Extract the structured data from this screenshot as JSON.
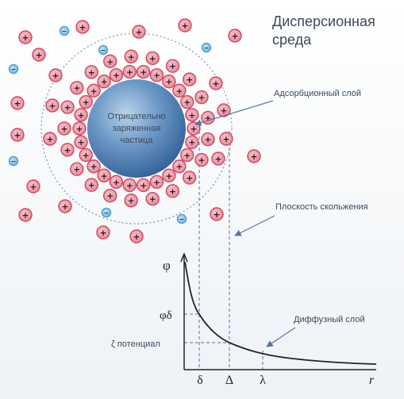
{
  "title": "Дисперсионная среда",
  "title_lines": [
    "Дисперсионная",
    "среда"
  ],
  "particle_label_lines": [
    "Отрицательно",
    "заряженная",
    "частица"
  ],
  "labels": {
    "adsorption_layer": "Адсорбционный слой",
    "slip_plane": "Плоскость скольжения",
    "diffuse_layer": "Диффузный слой"
  },
  "graph": {
    "y_axis_label": "φ",
    "phi_delta_label": "φδ",
    "zeta_label": "ζ потенциал",
    "x_axis_label": "r",
    "x_ticks": [
      "δ",
      "Δ",
      "λ"
    ]
  },
  "ion_symbols": {
    "positive": "+",
    "negative": "−"
  },
  "colors": {
    "positive_ion": "#d6455e",
    "negative_ion": "#4c9fd1",
    "particle": "#3d6fa4",
    "guide_lines": "#5a72a8",
    "text": "#3a4a5c"
  }
}
